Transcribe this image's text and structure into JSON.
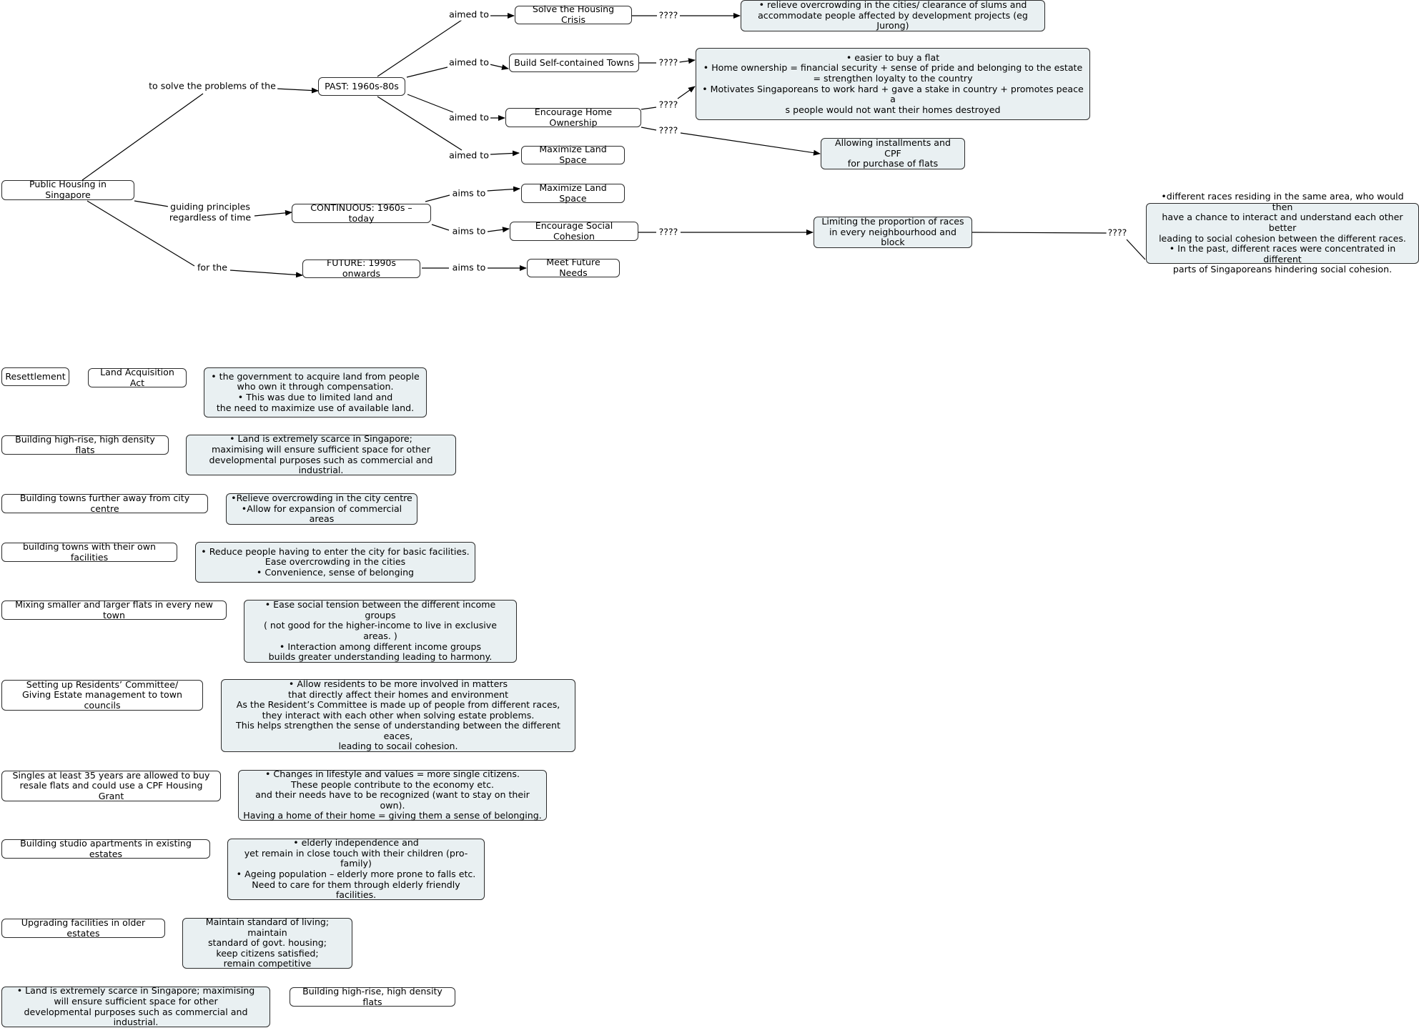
{
  "map": {
    "root": "Public Housing in Singapore",
    "past": "PAST: 1960s-80s",
    "continuous": "CONTINUOUS: 1960s – today",
    "future": "FUTURE: 1990s onwards",
    "solve_housing": "Solve the Housing Crisis",
    "self_contained": "Build Self-contained Towns",
    "home_ownership": "Encourage Home Ownership",
    "max_land_past": "Maximize Land Space",
    "max_land_cont": "Maximize Land Space",
    "social_cohesion": "Encourage Social Cohesion",
    "future_needs": "Meet Future Needs",
    "relieve": "• relieve overcrowding in the cities/ clearance of slums and\naccommodate people affected by development projects (eg Jurong)",
    "ownership_benefits": "•     easier to buy a flat\n•    Home ownership = financial security + sense of pride and belonging to the estate\n= strengthen loyalty to the country\n•    Motivates Singaporeans to work hard + gave a stake in country + promotes peace a\ns people would not want their homes destroyed",
    "installments": "Allowing installments and CPF\nfor purchase of flats",
    "limiting": "Limiting the proportion of races\nin every neighbourhood and block",
    "races": "•different races residing in the same area, who would then\nhave a chance to interact and understand each other better\nleading to social cohesion between the different races.\n• In the past, different races were concentrated in different\nparts of Singaporeans hindering social cohesion."
  },
  "links": {
    "to_solve": "to solve the problems of the",
    "guiding": "guiding principles\nregardless of time",
    "for_the": "for the",
    "aimed_to_1": "aimed to",
    "aimed_to_2": "aimed to",
    "aimed_to_3": "aimed to",
    "aimed_to_4": "aimed to",
    "aims_to_1": "aims to",
    "aims_to_2": "aims to",
    "aims_to_3": "aims to",
    "q1": "????",
    "q2": "????",
    "q3": "????",
    "q4": "????",
    "q5": "????",
    "q6": "????"
  },
  "lower": {
    "resettlement": "Resettlement",
    "land_act": "Land Acquisition Act",
    "land_act_desc": "•    the government to acquire land from people\nwho own it through compensation.\n•    This was due to limited land and\nthe need to maximize use of available land.",
    "highrise": "Building high-rise, high density flats",
    "highrise_desc": "•    Land is extremely scarce in Singapore;\nmaximising will ensure sufficient space  for other\ndevelopmental purposes such as commercial and industrial.",
    "further": "Building towns further away from city centre",
    "further_desc": "•Relieve overcrowding in the city centre\n•Allow for expansion of commercial areas",
    "facilities": "building towns with their own facilities",
    "facilities_desc": "•    Reduce people having to enter the city for basic facilities.\nEase overcrowding in the cities\n•    Convenience, sense of belonging",
    "mixing": "Mixing smaller and larger flats in every new town",
    "mixing_desc": "•    Ease social tension between the different income groups\n( not good for the higher-income to live in exclusive areas. )\n•    Interaction among different income groups\nbuilds greater understanding leading to harmony.",
    "residents": "Setting up Residents’ Committee/\nGiving Estate management to town councils",
    "residents_desc": "•    Allow residents to be more involved in matters\nthat directly affect their homes and environment\nAs the Resident’s Committee is made up of people from different races,\nthey interact with each other when solving estate problems.\nThis helps strengthen the sense of understanding between the different eaces,\nleading to socail cohesion.",
    "singles": "Singles at least 35 years are allowed to buy\nresale flats and could use a CPF Housing Grant",
    "singles_desc": "•    Changes in lifestyle and values = more single citizens.\nThese people contribute to the economy etc.\nand their needs have to be recognized (want to stay on their own).\nHaving a home of their home = giving them a sense of belonging.",
    "studio": "Building studio apartments in existing estates",
    "studio_desc": "•    elderly independence and\nyet remain in close touch with their children (pro-family)\n•    Ageing population – elderly more prone to falls etc.\nNeed to care for them through elderly friendly facilities.",
    "upgrading": "Upgrading facilities in older estates",
    "upgrading_desc": "Maintain standard of living; maintain\nstandard of govt. housing;\nkeep citizens satisfied;\nremain competitive",
    "land_scarce": "•    Land is extremely scarce in Singapore; maximising\nwill ensure sufficient space  for other\ndevelopmental purposes such as commercial and industrial.",
    "highrise_2": "Building high-rise, high density flats"
  },
  "colors": {
    "node_fill": "#e9f0f2",
    "border": "#2b2b2b",
    "line": "#000000"
  }
}
